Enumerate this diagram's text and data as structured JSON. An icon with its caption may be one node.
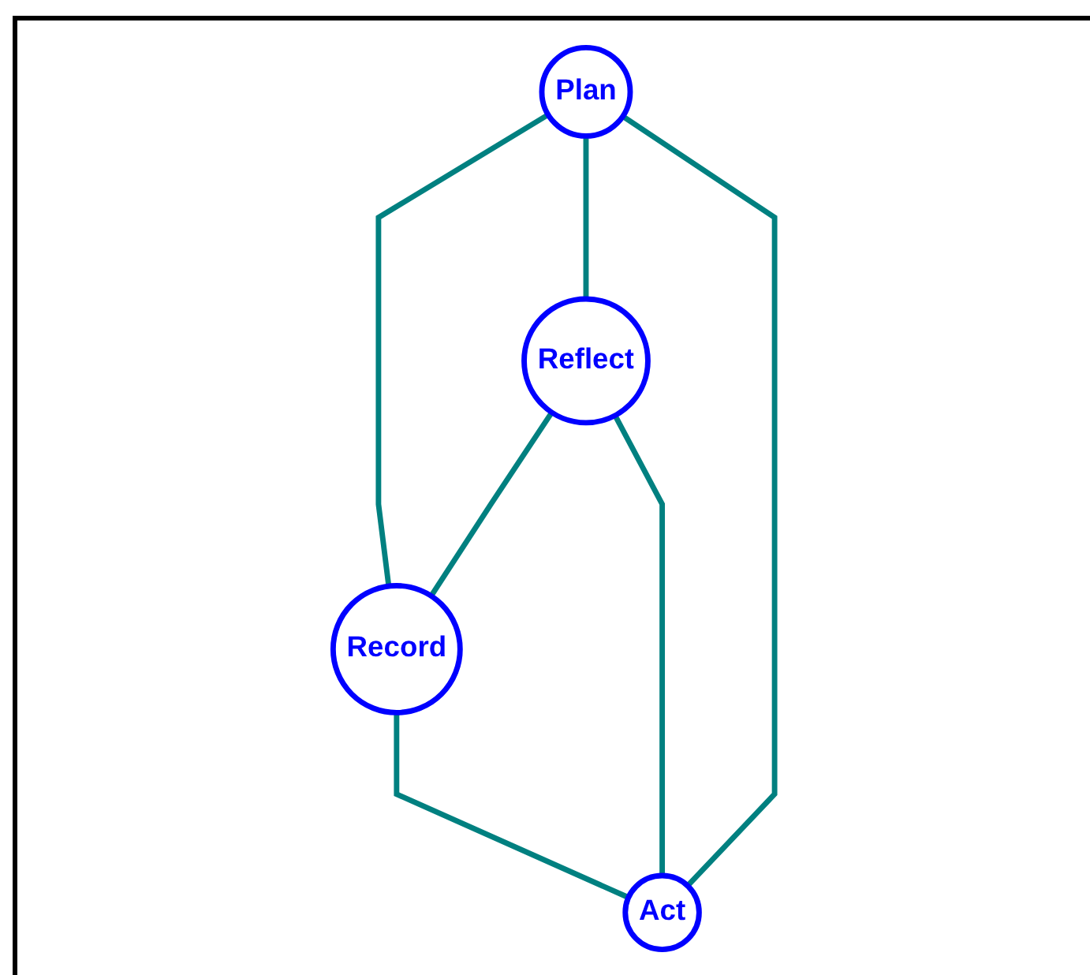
{
  "diagram": {
    "nodes": [
      {
        "text": [
          "Plan"
        ]
      },
      {
        "text": [
          "Reflect"
        ]
      },
      {
        "text": [
          "Record"
        ]
      },
      {
        "text": [
          "Act"
        ]
      }
    ],
    "edges": [
      {
        "from": 0,
        "to": 2,
        "arrow": "none"
      },
      {
        "from": 0,
        "to": 1,
        "arrow": "none"
      },
      {
        "from": 0,
        "to": 3,
        "arrow": "none"
      },
      {
        "from": 1,
        "to": 2,
        "arrow": "none"
      },
      {
        "from": 1,
        "to": 3,
        "arrow": "none"
      },
      {
        "from": 2,
        "to": 3,
        "arrow": "none"
      }
    ]
  }
}
